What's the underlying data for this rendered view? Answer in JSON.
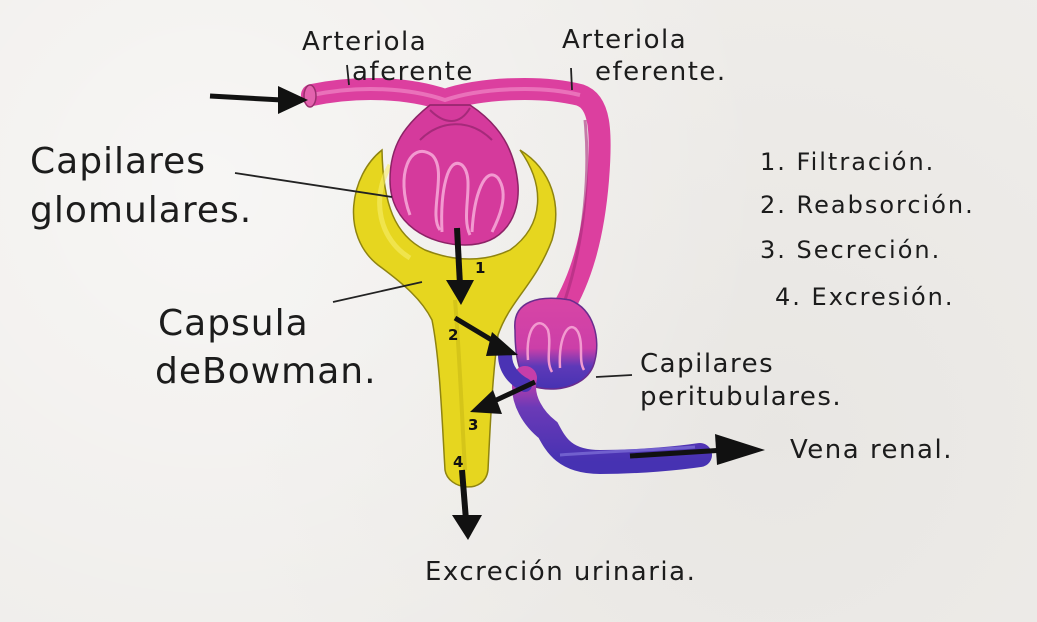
{
  "labels": {
    "arteriola_aferente_1": "Arteriola",
    "arteriola_aferente_2": "aferente",
    "arteriola_eferente_1": "Arteriola",
    "arteriola_eferente_2": "eferente.",
    "capilares_glomerulares_1": "Capilares",
    "capilares_glomerulares_2": "glomulares.",
    "capsula_bowman_1": "Capsula",
    "capsula_bowman_2": "deBowman.",
    "capilares_peritubulares_1": "Capilares",
    "capilares_peritubulares_2": "peritubulares.",
    "vena_renal": "Vena renal.",
    "excrecion_urinaria": "Excreción urinaria."
  },
  "legend": [
    "1. Filtración.",
    "2. Reabsorción.",
    "3. Secreción.",
    "4. Excresión."
  ],
  "markers": [
    "1",
    "2",
    "3",
    "4"
  ],
  "colors": {
    "arteriole": "#dc3f9f",
    "capsule": "#e9db22",
    "vein": "#4b35b3",
    "arrow": "#111111",
    "background": "#efedea"
  }
}
